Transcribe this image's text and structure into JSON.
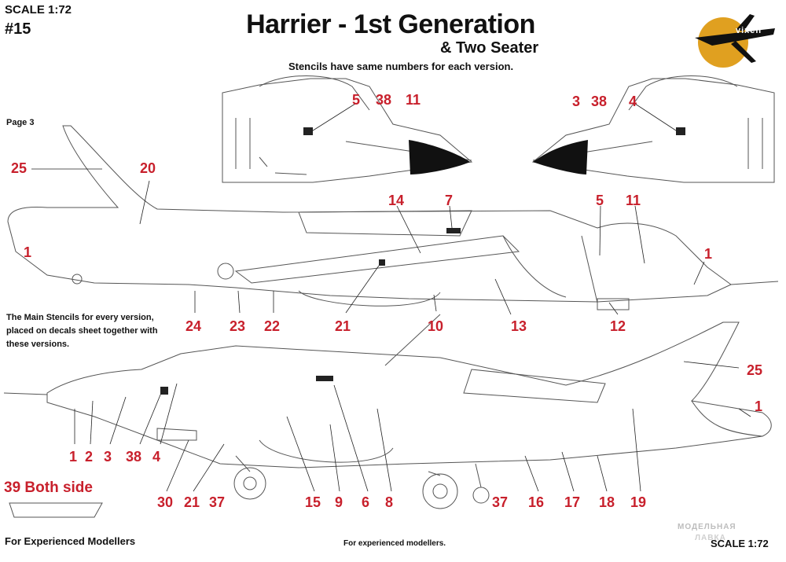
{
  "header": {
    "scale": "SCALE 1:72",
    "sheet_number": "#15",
    "title": "Harrier - 1st Generation",
    "subtitle": "& Two Seater",
    "stencil_note": "Stencils have same numbers for each version."
  },
  "brand": {
    "logo_text": "vixen",
    "accent_color": "#e0a020"
  },
  "page_label": "Page 3",
  "main_note": "The Main Stencils for every version, placed on decals sheet together with these versions.",
  "both_side_label": "39 Both side",
  "footer": {
    "left": "For Experienced Modellers",
    "center": "For experienced modellers.",
    "scale": "SCALE 1:72",
    "watermark_1": "МОДЕЛЬНАЯ",
    "watermark_2": "ЛАВКА"
  },
  "callout_color": "#c8202c",
  "callouts": {
    "top_left_view": [
      "5",
      "38",
      "11"
    ],
    "top_right_view": [
      "3",
      "38",
      "4"
    ],
    "left_side_view": [
      "25",
      "20",
      "1",
      "14",
      "7",
      "5",
      "11",
      "1",
      "24",
      "23",
      "22",
      "21",
      "10",
      "13",
      "12"
    ],
    "right_side_view": [
      "25",
      "1",
      "1",
      "2",
      "3",
      "38",
      "4",
      "30",
      "21",
      "37",
      "15",
      "9",
      "6",
      "8",
      "37",
      "16",
      "17",
      "18",
      "19"
    ]
  }
}
